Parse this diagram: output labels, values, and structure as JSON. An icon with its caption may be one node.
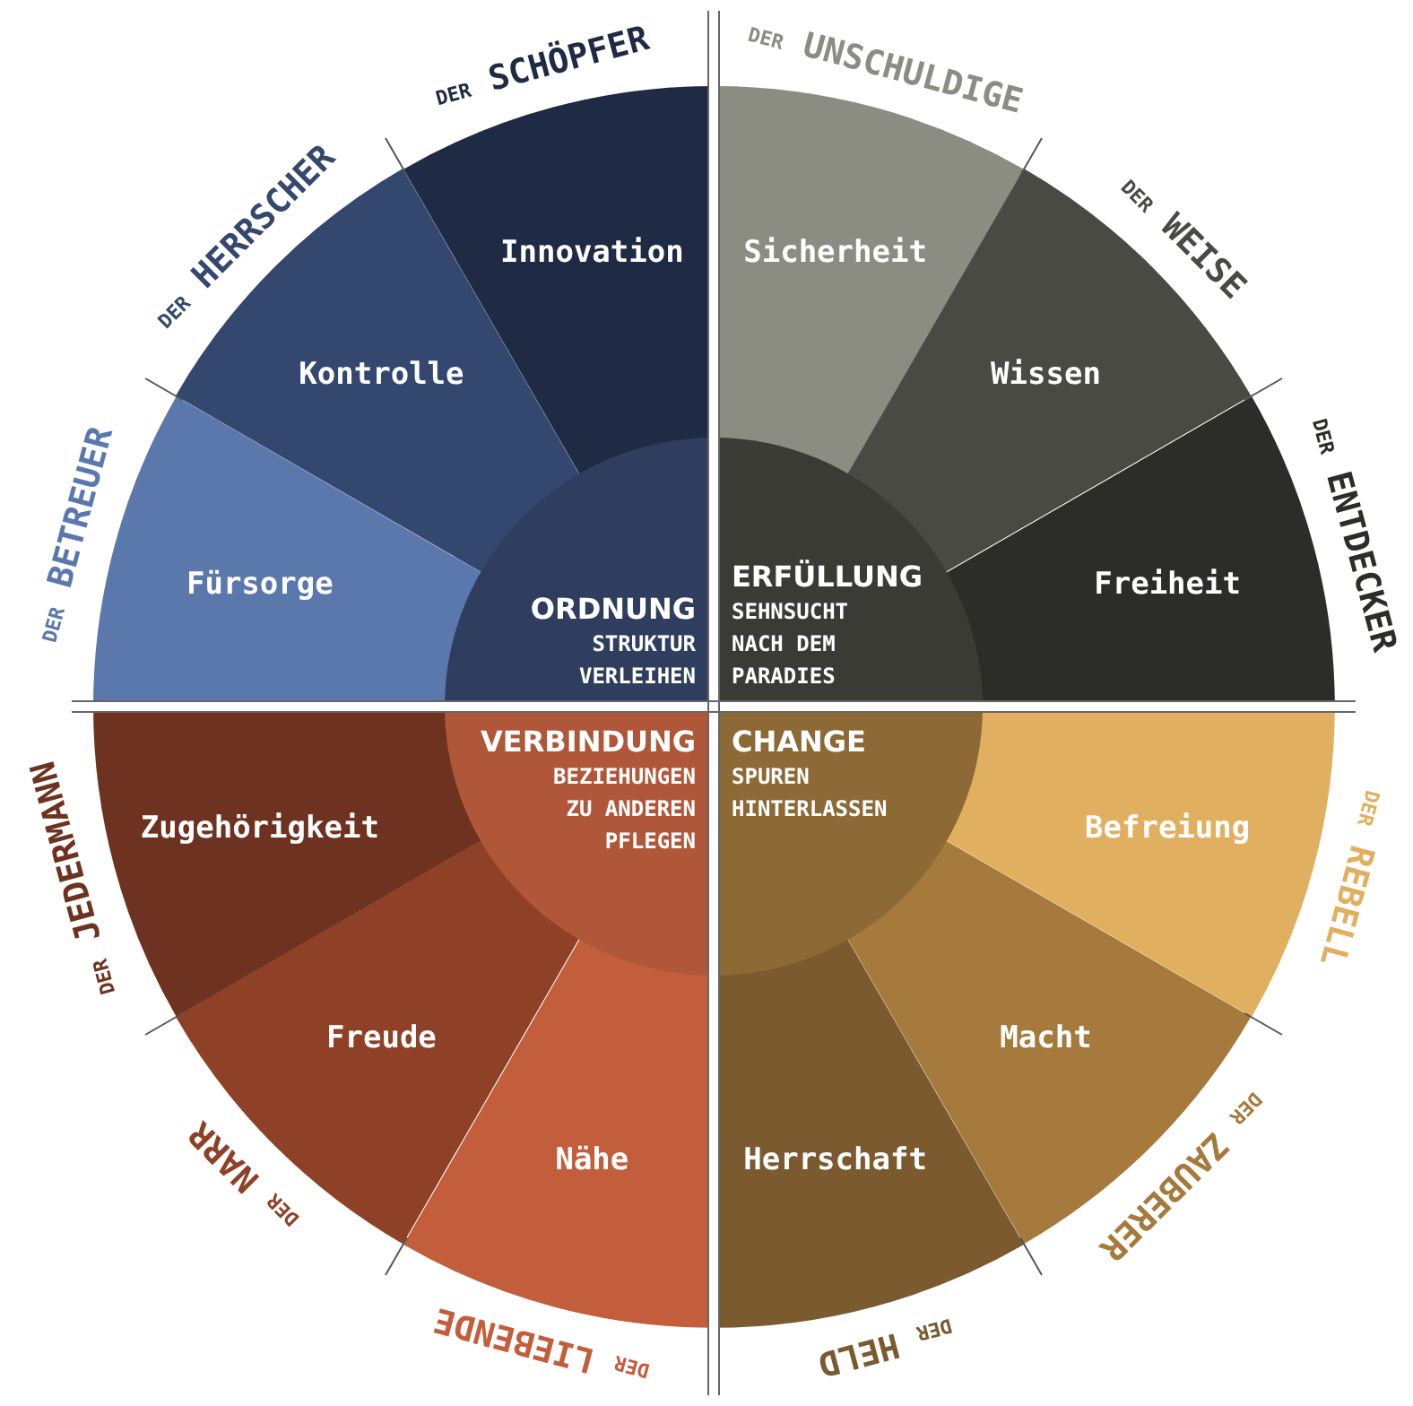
{
  "diagram": {
    "nodes": [
      {
        "text": [
          "Innovation"
        ],
        "beside": [
          "DER SCHÖPFER"
        ]
      },
      {
        "text": [
          "Kontrolle"
        ],
        "beside": [
          "DER HERRSCHER"
        ]
      },
      {
        "text": [
          "Fürsorge"
        ],
        "beside": [
          "DER BETREUER"
        ]
      },
      {
        "text": [
          "ORDNUNG",
          "STRUKTUR VERLEIHEN"
        ]
      },
      {
        "text": [
          "Sicherheit"
        ],
        "beside": [
          "DER UNSCHULDIGE"
        ]
      },
      {
        "text": [
          "Wissen"
        ],
        "beside": [
          "DER WEISE"
        ]
      },
      {
        "text": [
          "Freiheit"
        ],
        "beside": [
          "DER ENTDECKER"
        ]
      },
      {
        "text": [
          "ERFÜLLUNG",
          "SEHNSUCHT NACH DEM PARADIES"
        ]
      },
      {
        "text": [
          "Zugehörigkeit"
        ],
        "beside": [
          "DER JEDERMANN"
        ]
      },
      {
        "text": [
          "Freude"
        ],
        "beside": [
          "DER NARR"
        ]
      },
      {
        "text": [
          "Nähe"
        ],
        "beside": [
          "DER LIEBENDE"
        ]
      },
      {
        "text": [
          "VERBINDUNG",
          "BEZIEHUNGEN ZU ANDEREN PFLEGEN"
        ]
      },
      {
        "text": [
          "Befreiung"
        ],
        "beside": [
          "DER REBELL"
        ]
      },
      {
        "text": [
          "Macht"
        ],
        "beside": [
          "DER ZAUBERER"
        ]
      },
      {
        "text": [
          "Herrschaft"
        ],
        "beside": [
          "DER HELD"
        ]
      },
      {
        "text": [
          "CHANGE",
          "SPUREN HINTERLASSEN"
        ]
      }
    ]
  }
}
